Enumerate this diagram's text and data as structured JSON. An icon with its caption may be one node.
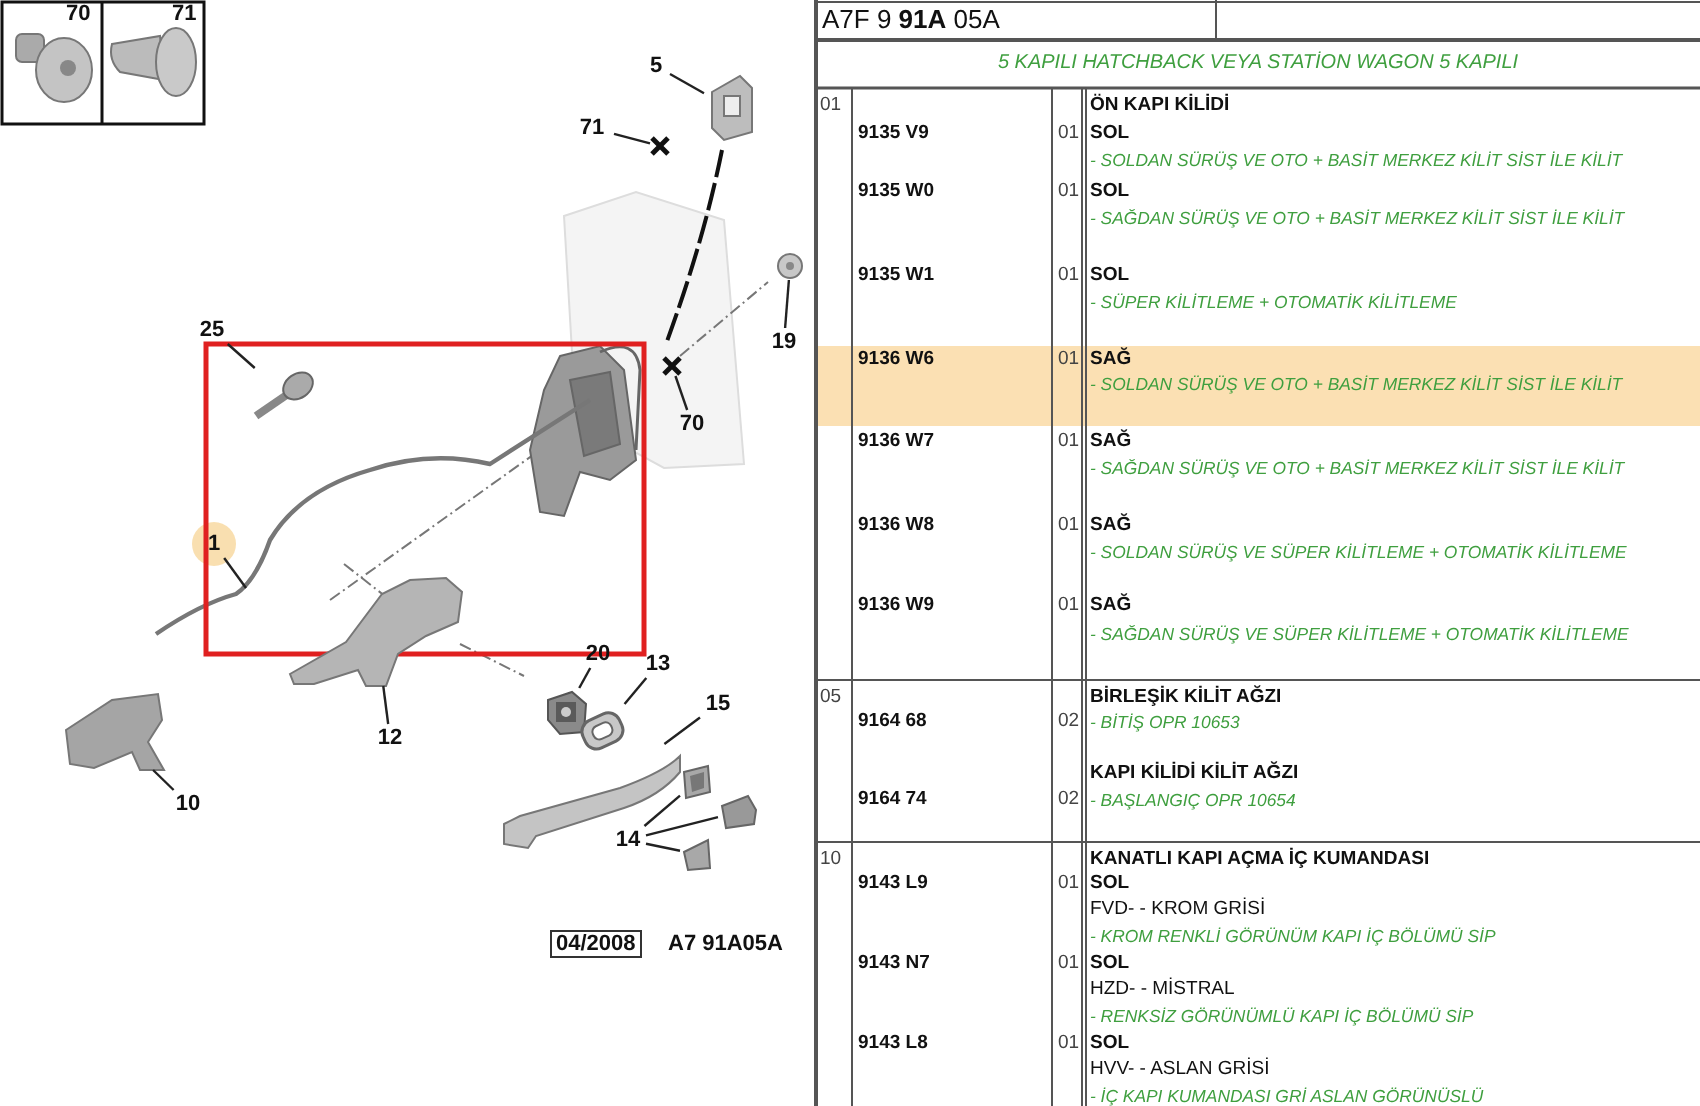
{
  "diagram": {
    "nodes": [
      {
        "text": [
          "5"
        ]
      },
      {
        "text": [],
        "shape": "picture"
      },
      {
        "text": [
          "71"
        ]
      },
      {
        "text": [],
        "shape": "cross"
      },
      {
        "text": [
          "19"
        ]
      },
      {
        "text": [],
        "shape": "picture"
      },
      {
        "text": [
          "25"
        ]
      },
      {
        "text": [],
        "shape": "picture"
      },
      {
        "text": [
          "70"
        ]
      },
      {
        "text": [],
        "shape": "cross"
      },
      {
        "text": [
          "1"
        ]
      },
      {
        "text": [
          "20"
        ]
      },
      {
        "text": [],
        "shape": "picture"
      },
      {
        "text": [
          "13"
        ]
      },
      {
        "text": [],
        "shape": "picture"
      },
      {
        "text": [
          "15"
        ]
      },
      {
        "text": [],
        "shape": "picture"
      },
      {
        "text": [
          "14"
        ]
      },
      {
        "text": [],
        "shape": "picture"
      },
      {
        "text": [],
        "shape": "picture"
      },
      {
        "text": [],
        "shape": "picture"
      },
      {
        "text": [
          "12"
        ]
      },
      {
        "text": [],
        "shape": "picture"
      },
      {
        "text": [
          "10"
        ]
      },
      {
        "text": [],
        "shape": "picture"
      }
    ],
    "edges": [
      {
        "from": 0,
        "to": 1,
        "arrow": "none"
      },
      {
        "from": 2,
        "to": 3,
        "arrow": "none"
      },
      {
        "from": 4,
        "to": 5,
        "arrow": "none"
      },
      {
        "from": 6,
        "to": 7,
        "arrow": "none"
      },
      {
        "from": 8,
        "to": 9,
        "arrow": "none"
      },
      {
        "from": 10,
        "to": null,
        "arrow": "none"
      },
      {
        "from": 11,
        "to": 12,
        "arrow": "none"
      },
      {
        "from": 13,
        "to": 14,
        "arrow": "none"
      },
      {
        "from": 15,
        "to": 16,
        "arrow": "none"
      },
      {
        "from": 17,
        "to": 18,
        "arrow": "none"
      },
      {
        "from": 17,
        "to": 19,
        "arrow": "none"
      },
      {
        "from": 17,
        "to": 20,
        "arrow": "none"
      },
      {
        "from": 21,
        "to": 22,
        "arrow": "none"
      },
      {
        "from": 23,
        "to": 24,
        "arrow": "none"
      }
    ],
    "labels": [
      "70",
      "71",
      "04/2008",
      "A7 91A05A",
      "A7F 9 **91A** 05A",
      "5 KAPILI HATCHBACK VEYA STATİON WAGON 5 KAPILI",
      "01",
      "ÖN KAPI KİLİDİ",
      "9135 V9",
      "01",
      "SOL",
      "- SOLDAN SÜRÜŞ VE OTO + BASİT MERKEZ KİLİT SİST İLE KİLİT",
      "9135 W0",
      "01",
      "SOL",
      "- SAĞDAN SÜRÜŞ VE OTO + BASİT MERKEZ KİLİT SİST İLE KİLİT",
      "9135 W1",
      "01",
      "SOL",
      "- SÜPER KİLİTLEME + OTOMATİK KİLİTLEME",
      "9136 W6",
      "01",
      "SAĞ",
      "- SOLDAN SÜRÜŞ VE OTO + BASİT MERKEZ KİLİT SİST İLE KİLİT",
      "9136 W7",
      "01",
      "SAĞ",
      "- SAĞDAN SÜRÜŞ VE OTO + BASİT MERKEZ KİLİT SİST İLE KİLİT",
      "9136 W8",
      "01",
      "SAĞ",
      "- SOLDAN SÜRÜŞ VE SÜPER KİLİTLEME + OTOMATİK KİLİTLEME",
      "9136 W9",
      "01",
      "SAĞ",
      "- SAĞDAN SÜRÜŞ VE SÜPER KİLİTLEME + OTOMATİK KİLİTLEME",
      "05",
      "BİRLEŞİK KİLİT AĞZI",
      "9164 68",
      "02",
      "- BİTİŞ OPR 10653",
      "KAPI KİLİDİ KİLİT AĞZI",
      "9164 74",
      "02",
      "- BAŞLANGIÇ OPR 10654",
      "10",
      "KANATLI KAPI AÇMA İÇ KUMANDASI",
      "9143 L9",
      "01",
      "SOL",
      "FVD- - KROM GRİSİ",
      "- KROM RENKLİ GÖRÜNÜM KAPI İÇ BÖLÜMÜ SİP",
      "9143 N7",
      "01",
      "SOL",
      "HZD- - MİSTRAL",
      "- RENKSİZ GÖRÜNÜMLÜ KAPI İÇ BÖLÜMÜ SİP",
      "9143 L8",
      "01",
      "SOL",
      "HVV- - ASLAN GRİSİ",
      "- İÇ KAPI KUMANDASI GRİ ASLAN GÖRÜNÜSLÜ"
    ]
  }
}
